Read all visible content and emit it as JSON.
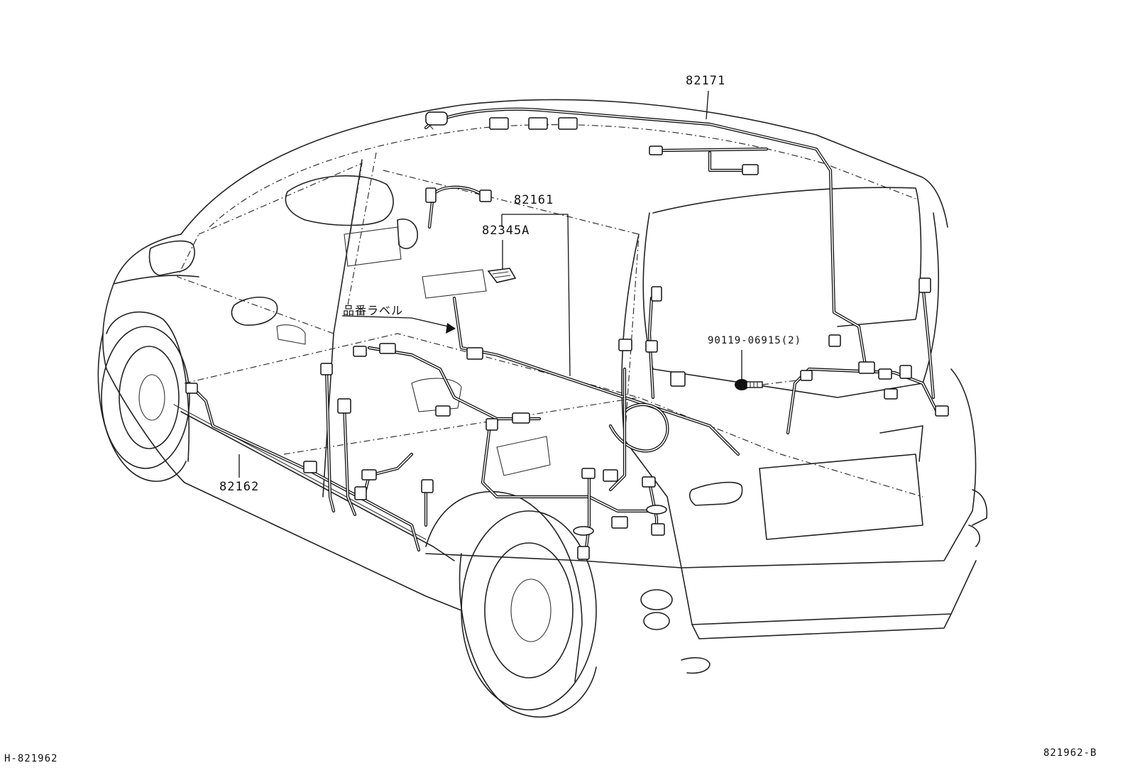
{
  "diagram": {
    "callouts": {
      "harness_roof": "82171",
      "harness_floor_right": "82161",
      "label_part": "82345A",
      "label_jp": "品番ラベル",
      "bolt": "90119-06915(2)",
      "harness_floor_left": "82162"
    },
    "footer": {
      "left_code": "H-821962",
      "right_code": "821962-B"
    }
  }
}
